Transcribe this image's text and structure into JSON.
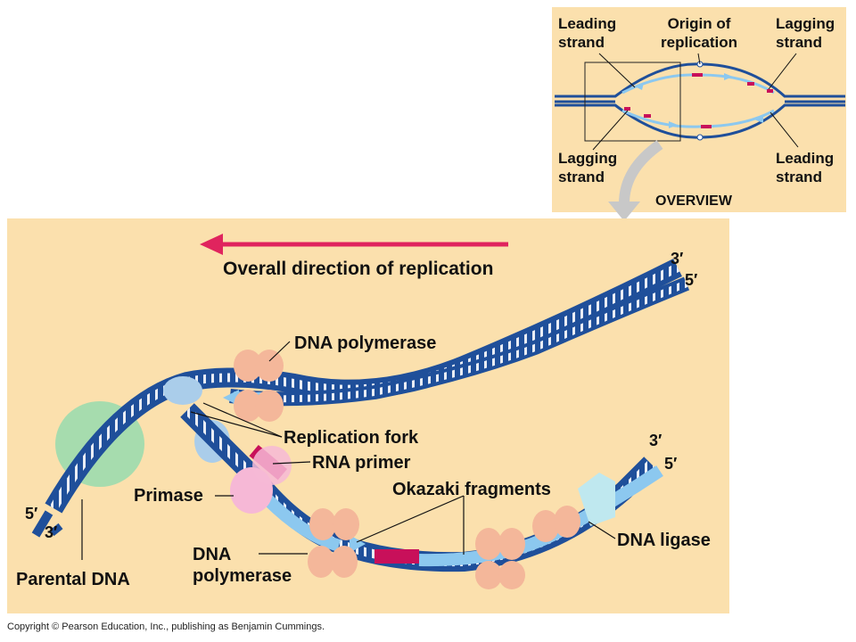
{
  "overview": {
    "leading_strand_left": [
      "Leading",
      "strand"
    ],
    "origin": [
      "Origin of",
      "replication"
    ],
    "lagging_strand_right": [
      "Lagging",
      "strand"
    ],
    "lagging_strand_left": [
      "Lagging",
      "strand"
    ],
    "leading_strand_right": [
      "Leading",
      "strand"
    ],
    "title": "OVERVIEW"
  },
  "main": {
    "direction": "Overall direction of replication",
    "top_3prime": "3′",
    "top_5prime": "5′",
    "dna_polymerase_top": "DNA polymerase",
    "replication_fork": "Replication fork",
    "rna_primer": "RNA primer",
    "primase": "Primase",
    "okazaki": "Okazaki fragments",
    "right_3prime": "3′",
    "right_5prime": "5′",
    "left_5prime": "5′",
    "left_3prime": "3′",
    "dna_ligase": "DNA ligase",
    "dna_polymerase_bottom": [
      "DNA",
      "polymerase"
    ],
    "parental_dna": "Parental DNA"
  },
  "copyright": "Copyright © Pearson Education, Inc., publishing as Benjamin Cummings.",
  "colors": {
    "panel": "#fbe0ad",
    "dark_strand": "#1f4f9a",
    "light_strand": "#8cc8ef",
    "primer": "#c8105a",
    "arrow": "#e0245e",
    "polymerase": "#f4b79a",
    "primase": "#f6b8d6",
    "helicase": "#aacdea",
    "parental_blob": "#a6dcae",
    "ligase": "#bfe8ef"
  }
}
